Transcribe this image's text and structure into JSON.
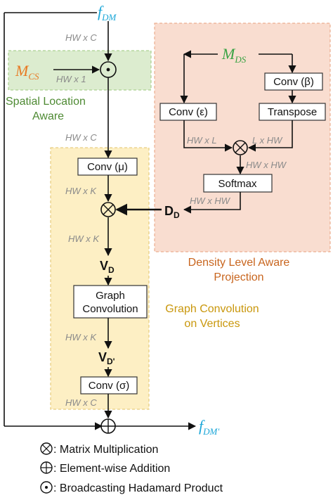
{
  "top_input": {
    "main": "f",
    "sub": "DM"
  },
  "output": {
    "main": "f",
    "sub": "DM'"
  },
  "cs_input": {
    "main": "M",
    "sub": "CS"
  },
  "ds_label": {
    "main": "M",
    "sub": "DS"
  },
  "d_vector": {
    "main": "D",
    "sub": "D"
  },
  "v_d": {
    "main": "V",
    "sub": "D"
  },
  "v_d_prime": {
    "main": "V",
    "sub": "D'"
  },
  "dims": {
    "top_hwc": "HW x C",
    "cs_hw1": "HW x 1",
    "after_spatial": "HW x C",
    "after_mu": "HW x K",
    "after_mult": "HW x K",
    "after_graph": "HW x K",
    "after_sigma": "HW x C",
    "eps_out": "HW x L",
    "transpose_out": "L x HW",
    "matmul_out": "HW x HW",
    "softmax_out": "HW x HW"
  },
  "boxes": {
    "conv_beta": "Conv (β)",
    "conv_eps": "Conv (ε)",
    "transpose": "Transpose",
    "softmax": "Softmax",
    "conv_mu": "Conv (μ)",
    "graph_line1": "Graph",
    "graph_line2": "Convolution",
    "conv_sigma": "Conv (σ)"
  },
  "regions": {
    "spatial_line1": "Spatial Location",
    "spatial_line2": "Aware",
    "density_line1": "Density Level Aware",
    "density_line2": "Projection",
    "graph_line1": "Graph Convolution",
    "graph_line2": "on Vertices"
  },
  "legend": {
    "matrix": ": Matrix Multiplication",
    "elementwise": ": Element-wise Addition",
    "hadamard": ": Broadcasting Hadamard Product"
  },
  "colors": {
    "spatial_fill": "#dceccf",
    "spatial_text": "#4e8a33",
    "density_fill": "#f9ddd0",
    "density_text": "#c8651e",
    "graph_fill": "#fdefc4",
    "graph_text": "#c9970c",
    "f_color": "#1aa6d8",
    "mcs_color": "#e87a24",
    "mds_color": "#3aa344"
  }
}
